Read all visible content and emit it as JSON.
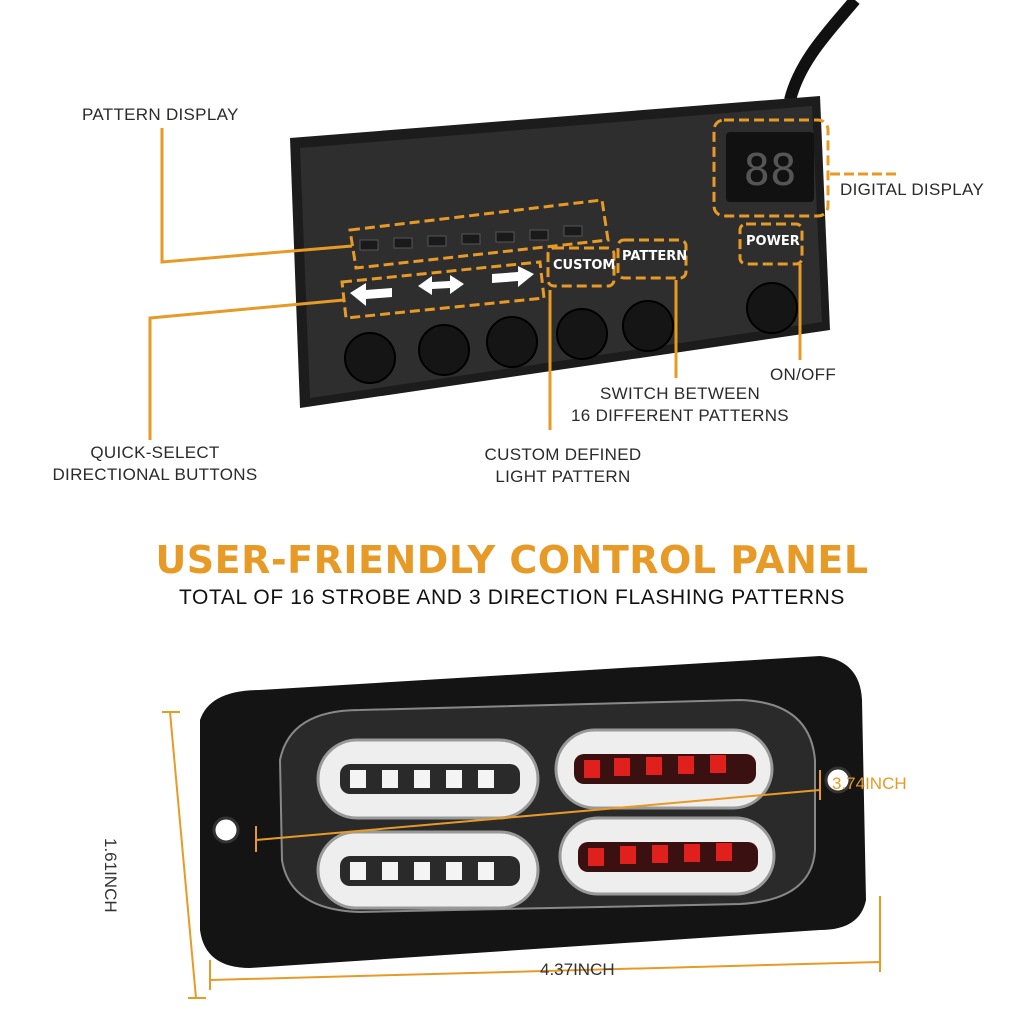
{
  "colors": {
    "accent": "#e79a26",
    "panel": "#2c2c2c",
    "led_red": "#e0201c"
  },
  "callouts": {
    "pattern_display": "PATTERN DISPLAY",
    "digital_display": "DIGITAL DISPLAY",
    "on_off": "ON/OFF",
    "switch_patterns_line1": "SWITCH BETWEEN",
    "switch_patterns_line2": "16 DIFFERENT PATTERNS",
    "custom_line1": "CUSTOM DEFINED",
    "custom_line2": "LIGHT PATTERN",
    "quick_line1": "QUICK-SELECT",
    "quick_line2": "DIRECTIONAL BUTTONS"
  },
  "panel": {
    "custom_label": "CUSTOM",
    "pattern_label": "PATTERN",
    "power_label": "POWER",
    "display_value": "88",
    "arrow_icons": [
      "arrow-left-icon",
      "arrow-both-icon",
      "arrow-right-icon"
    ]
  },
  "headline": "USER-FRIENDLY CONTROL PANEL",
  "subheadline": "TOTAL OF 16 STROBE AND 3 DIRECTION FLASHING PATTERNS",
  "dimensions": {
    "height": "1.61INCH",
    "inner": "3.74INCH",
    "width": "4.37INCH"
  }
}
